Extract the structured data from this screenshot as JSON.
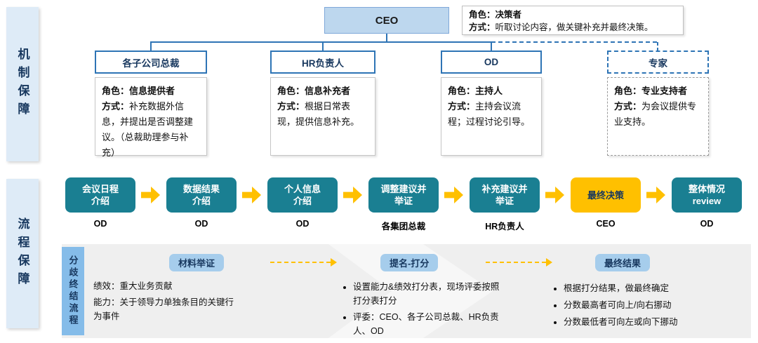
{
  "sections": {
    "mechanism_label": "机制保障",
    "process_label": "流程保障"
  },
  "org": {
    "labels": {
      "role": "角色：",
      "method": "方式："
    },
    "root": {
      "title": "CEO"
    },
    "root_note": {
      "role": "决策者",
      "method": "听取讨论内容，做关键补充并最终决策。"
    },
    "children": [
      {
        "title": "各子公司总裁",
        "role": "信息提供者",
        "method": "补充数据外信息，并提出是否调整建议。（总裁助理参与补充）"
      },
      {
        "title": "HR负责人",
        "role": "信息补充者",
        "method": "根据日常表现，提供信息补充。"
      },
      {
        "title": "OD",
        "role": "主持人",
        "method": "主持会议流程；过程讨论引导。"
      },
      {
        "title": "专家",
        "role": "专业支持者",
        "method": "为会议提供专业支持。"
      }
    ]
  },
  "flow": {
    "steps": [
      {
        "line1": "会议日程",
        "line2": "介绍",
        "owner": "OD"
      },
      {
        "line1": "数据结果",
        "line2": "介绍",
        "owner": "OD"
      },
      {
        "line1": "个人信息",
        "line2": "介绍",
        "owner": "OD"
      },
      {
        "line1": "调整建议并",
        "line2": "举证",
        "owner": "各集团总裁"
      },
      {
        "line1": "补充建议并",
        "line2": "举证",
        "owner": "HR负责人"
      },
      {
        "line1": "最终决策",
        "line2": "",
        "owner": "CEO"
      },
      {
        "line1": "整体情况",
        "line2": "review",
        "owner": "OD"
      }
    ]
  },
  "dispute": {
    "label": "分歧终结流程",
    "stages": [
      {
        "title": "材料举证",
        "items": [
          "绩效：重大业务贡献",
          "能力：关于领导力单独条目的关键行为事件"
        ]
      },
      {
        "title": "提名-打分",
        "items": [
          "设置能力&绩效打分表，现场评委按照打分表打分",
          "评委：CEO、各子公司总裁、HR负责人、OD"
        ]
      },
      {
        "title": "最终结果",
        "items": [
          "根据打分结果，做最终确定",
          "分数最高者可向上/向右挪动",
          "分数最低者可向左或向下挪动"
        ]
      }
    ]
  },
  "colors": {
    "teal_step": "#1A7F92",
    "highlight_yellow": "#FFC000",
    "ceo_fill": "#BDD7EE",
    "section_bar_fill": "#DEEBF7",
    "connector_blue": "#2E74B5",
    "dispute_label_fill": "#85BCE9",
    "pill_fill": "#A6CDEC",
    "band_gray": "#EFEFEF"
  }
}
